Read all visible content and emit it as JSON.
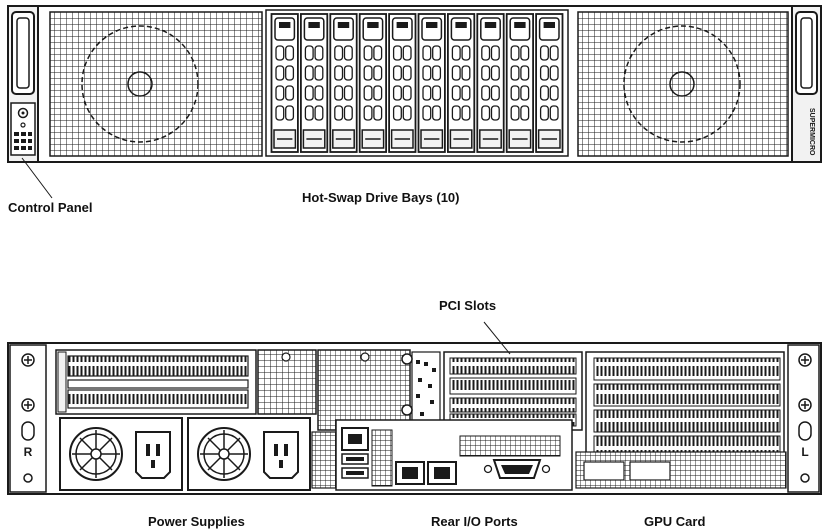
{
  "labels": {
    "control_panel": "Control Panel",
    "drive_bays": "Hot-Swap Drive Bays (10)",
    "pci_slots": "PCI Slots",
    "power_supplies": "Power Supplies",
    "rear_io": "Rear I/O Ports",
    "gpu_card": "GPU Card"
  },
  "front_view": {
    "drive_bay_count": 10,
    "bezel_text": "SUPERMICRO"
  },
  "rear_view": {
    "left_ear_text": "R",
    "right_ear_text": "L",
    "power_supply_count": 2
  },
  "colors": {
    "ink": "#1a1a1a",
    "bg": "#ffffff",
    "fill_light": "#f2f2f2"
  }
}
